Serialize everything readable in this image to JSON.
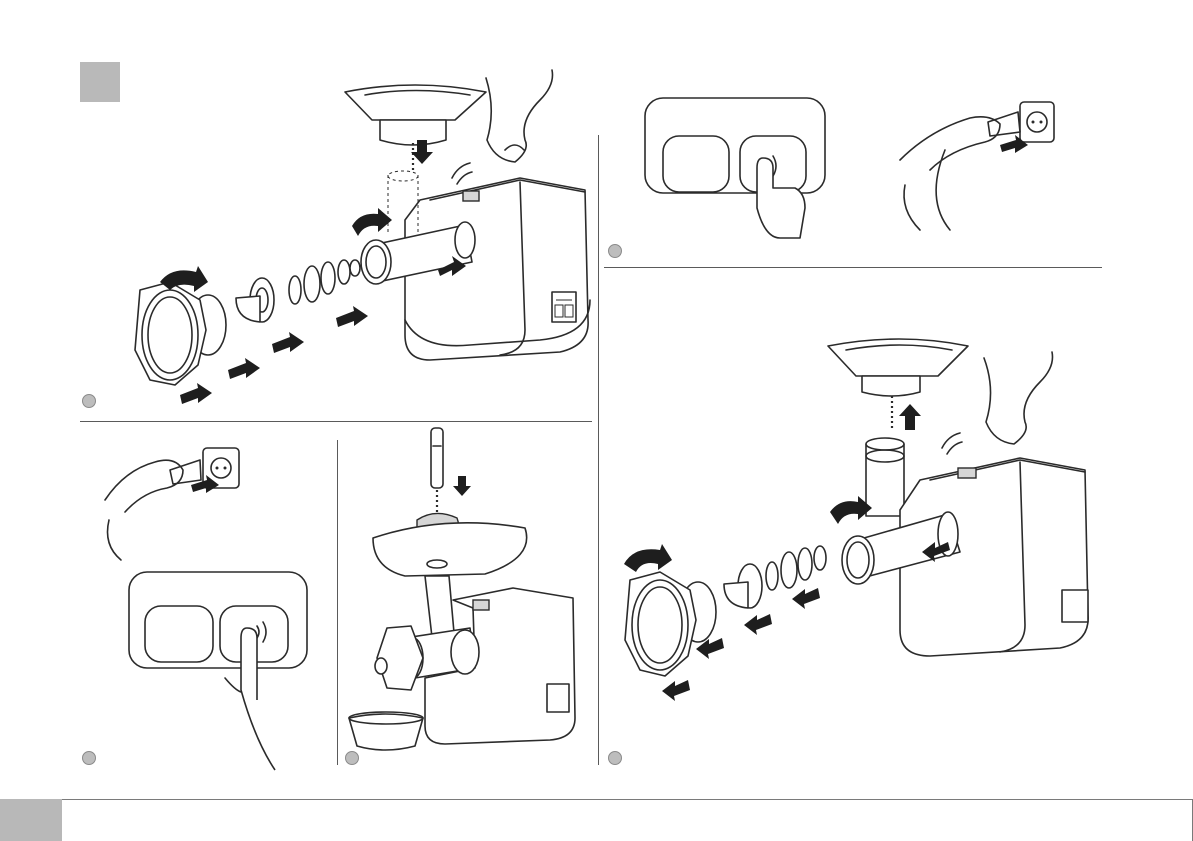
{
  "document": {
    "kind": "instruction-manual-page",
    "marker_color": "#b9b9b9",
    "line_color": "#2b2b2b"
  },
  "panels": [
    {
      "id": "assemble",
      "description_icon": "meat-grinder-assembly"
    },
    {
      "id": "control-panel-touch-top",
      "description_icon": "touch-button"
    },
    {
      "id": "plug-in-top",
      "description_icon": "power-plug"
    },
    {
      "id": "plug-and-touch",
      "description_icon": "power-plug"
    },
    {
      "id": "feeding",
      "description_icon": "pusher-and-tray"
    },
    {
      "id": "disassemble",
      "description_icon": "meat-grinder-disassembly"
    }
  ]
}
